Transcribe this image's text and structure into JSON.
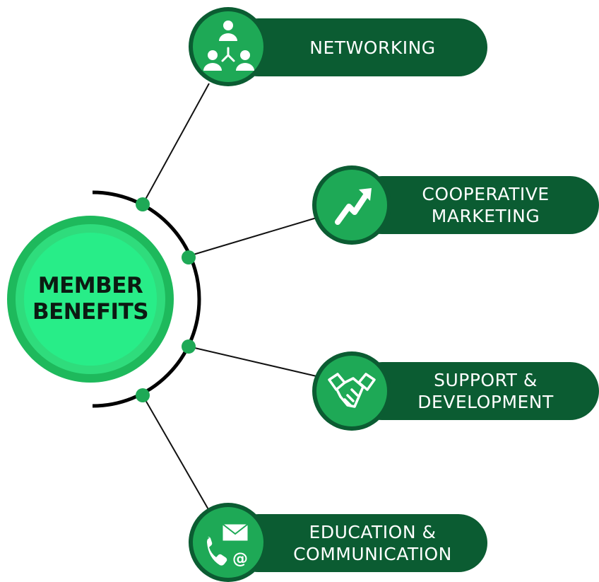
{
  "center": {
    "line1": "MEMBER",
    "line2": "BENEFITS"
  },
  "benefits": [
    {
      "line1": "NETWORKING",
      "line2": "",
      "icon": "networking-people-icon"
    },
    {
      "line1": "COOPERATIVE",
      "line2": "MARKETING",
      "icon": "growth-arrow-icon"
    },
    {
      "line1": "SUPPORT &",
      "line2": "DEVELOPMENT",
      "icon": "handshake-icon"
    },
    {
      "line1": "EDUCATION &",
      "line2": "COMMUNICATION",
      "icon": "phone-mail-icon"
    }
  ],
  "colors": {
    "pill": "#0b5c32",
    "icon_fill": "#1ea956",
    "center_outer": "#1eb95c",
    "center_inner": "#28ed88",
    "connector_dot": "#1ea956",
    "arc": "#000000",
    "center_text": "#0c1a12"
  }
}
